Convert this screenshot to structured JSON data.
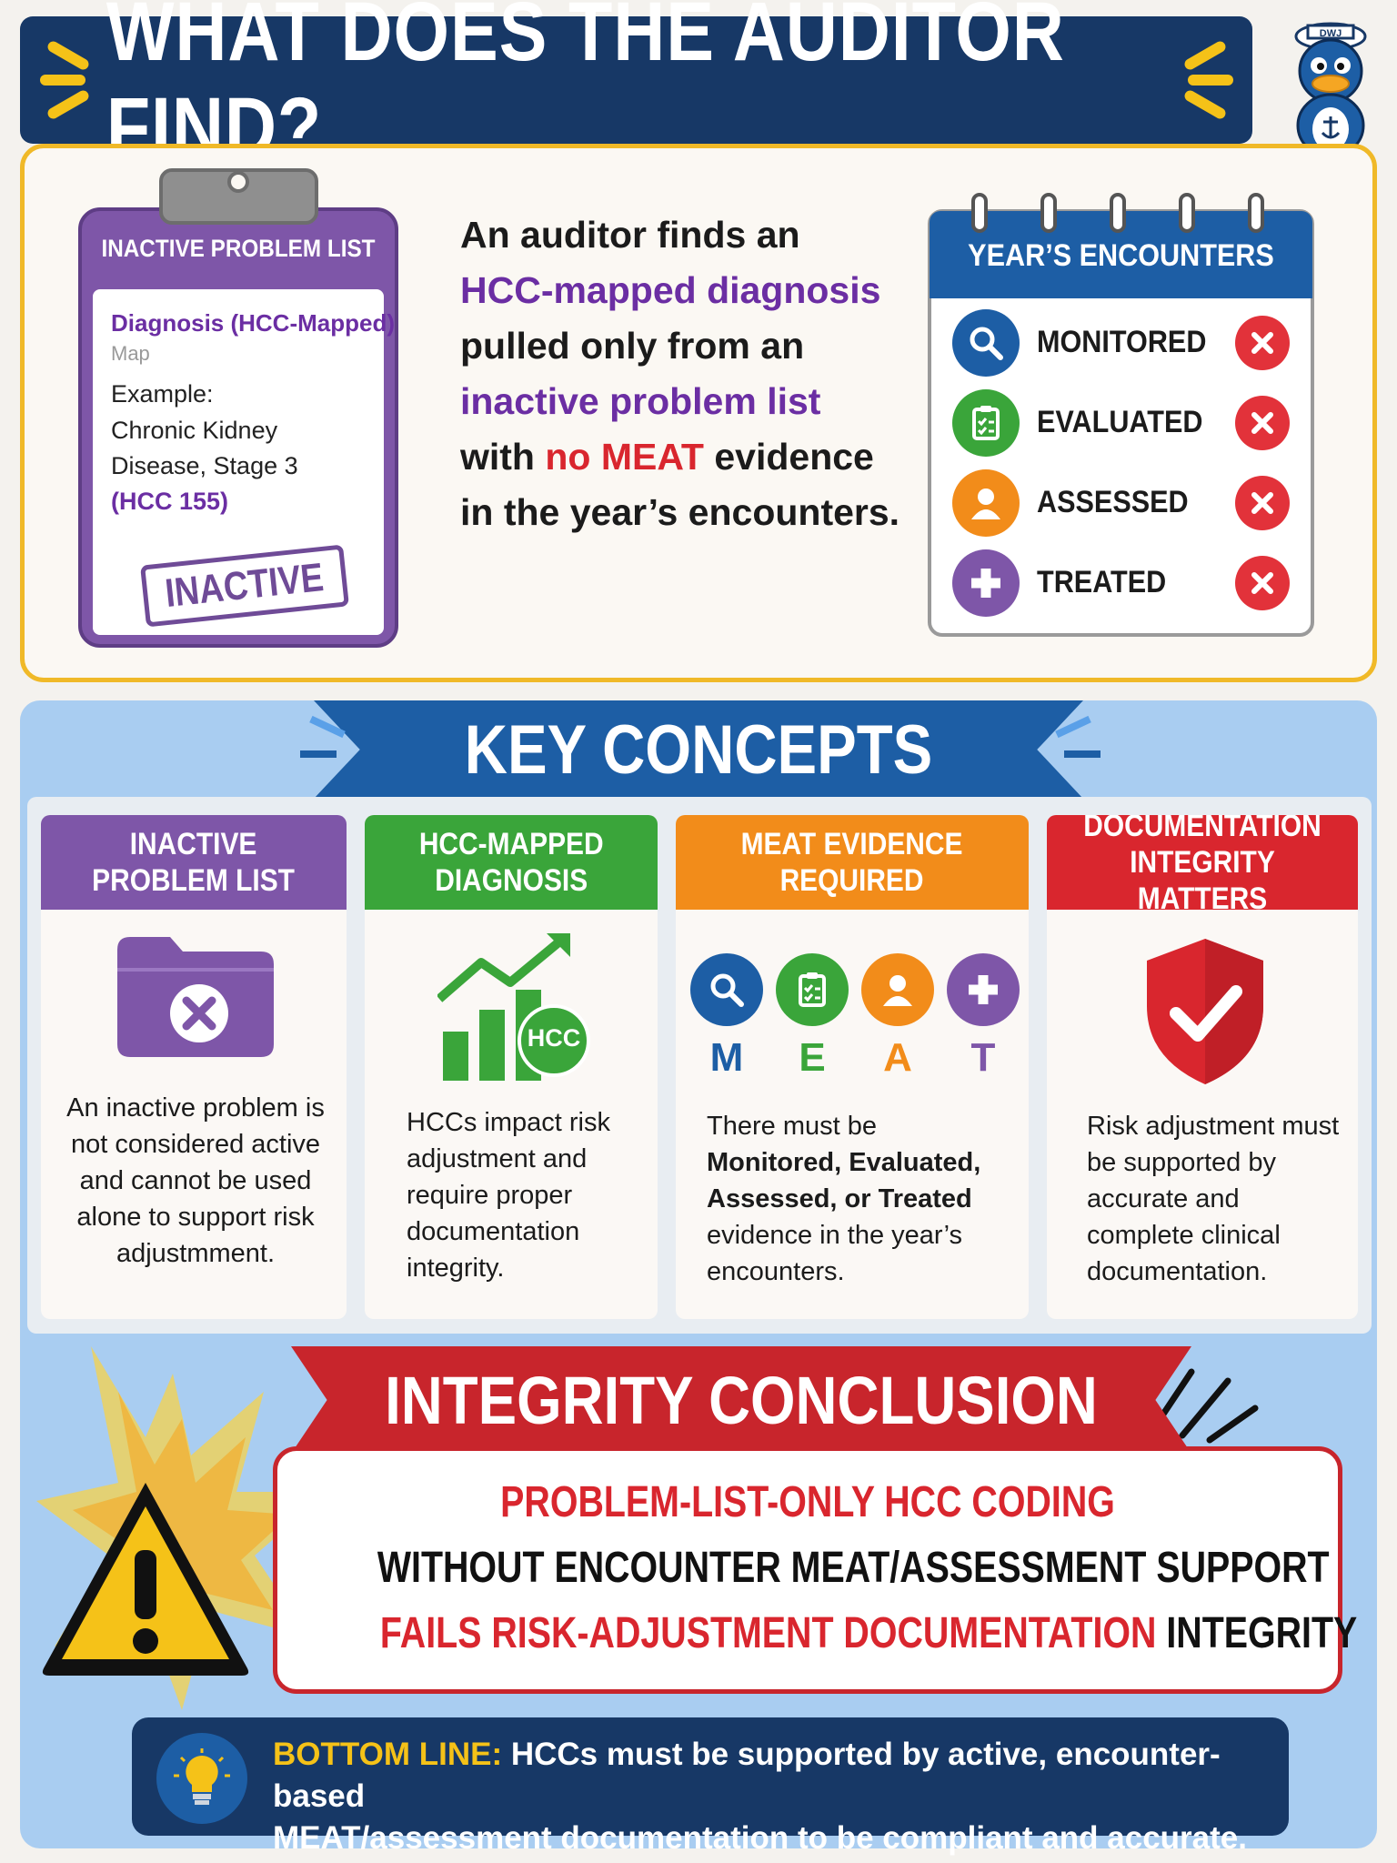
{
  "title": "WHAT DOES THE AUDITOR FIND?",
  "clipboard": {
    "title": "INACTIVE PROBLEM LIST",
    "line1": "Diagnosis (HCC-Mapped)",
    "line2": "Map",
    "line3": "Example:",
    "line4": "Chronic Kidney",
    "line5": "Disease, Stage 3",
    "line6": "(HCC 155)",
    "stamp": "INACTIVE"
  },
  "finding": {
    "p1": "An auditor finds an",
    "p2": "HCC-mapped diagnosis",
    "p3": "pulled only from an",
    "p4": "inactive problem list",
    "p5a": "with ",
    "p5b": "no MEAT",
    "p5c": " evidence",
    "p6": "in the year’s encounters."
  },
  "encounters": {
    "title": "YEAR’S ENCOUNTERS",
    "items": [
      {
        "label": "MONITORED",
        "color": "#1d5ea5"
      },
      {
        "label": "EVALUATED",
        "color": "#3aa53a"
      },
      {
        "label": "ASSESSED",
        "color": "#f28c1a"
      },
      {
        "label": "TREATED",
        "color": "#7e56a8"
      }
    ]
  },
  "key_concepts": {
    "title": "KEY CONCEPTS",
    "cards": [
      {
        "head": "INACTIVE\nPROBLEM LIST",
        "color": "#7e56a8",
        "body": "An inactive problem is not considered active and cannot be used alone to support risk adjustmment."
      },
      {
        "head": "HCC-MAPPED\nDIAGNOSIS",
        "color": "#3aa53a",
        "icon_text": "HCC",
        "body": "HCCs impact risk adjustment and require proper documentation integrity."
      },
      {
        "head": "MEAT EVIDENCE\nREQUIRED",
        "color": "#f28c1a",
        "letters": [
          "M",
          "E",
          "A",
          "T"
        ],
        "body_a": "There must be",
        "body_b": "Monitored, Evaluated, Assessed, or Treated",
        "body_c": "evidence in the year’s encounters."
      },
      {
        "head": "DOCUMENTATION\nINTEGRITY MATTERS",
        "color": "#d9262e",
        "body": "Risk adjustment must be supported by accurate and complete clinical documentation."
      }
    ]
  },
  "conclusion": {
    "title": "INTEGRITY CONCLUSION",
    "line1": "PROBLEM-LIST-ONLY HCC CODING",
    "line2": "WITHOUT ENCOUNTER MEAT/ASSESSMENT SUPPORT",
    "line3a": "FAILS RISK-ADJUSTMENT DOCUMENTATION",
    "line3b": " INTEGRITY"
  },
  "bottom_line": {
    "label": "BOTTOM LINE:",
    "text1": " HCCs must be supported by active, encounter-based",
    "text2": "MEAT/assessment documentation to be compliant and accurate."
  },
  "mascot_hat": "DWJ"
}
